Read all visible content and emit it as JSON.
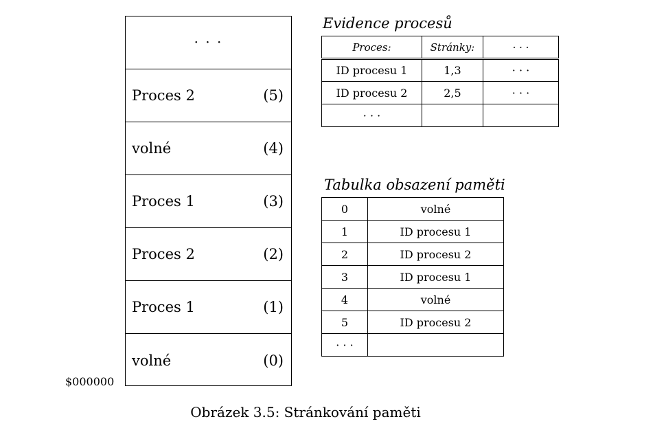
{
  "memory": {
    "cells": [
      {
        "name": "",
        "num": "",
        "dots": "· · ·"
      },
      {
        "name": "Proces 2",
        "num": "(5)",
        "dots": ""
      },
      {
        "name": "volné",
        "num": "(4)",
        "dots": ""
      },
      {
        "name": "Proces 1",
        "num": "(3)",
        "dots": ""
      },
      {
        "name": "Proces 2",
        "num": "(2)",
        "dots": ""
      },
      {
        "name": "Proces 1",
        "num": "(1)",
        "dots": ""
      },
      {
        "name": "volné",
        "num": "(0)",
        "dots": ""
      }
    ],
    "base_address": "$000000"
  },
  "evidence": {
    "title": "Evidence procesů",
    "headers": [
      "Proces:",
      "Stránky:",
      "· · ·"
    ],
    "rows": [
      [
        "ID procesu 1",
        "1,3",
        "· · ·"
      ],
      [
        "ID procesu 2",
        "2,5",
        "· · ·"
      ],
      [
        "· · ·",
        "",
        ""
      ]
    ]
  },
  "occupancy": {
    "title": "Tabulka obsazení paměti",
    "rows": [
      [
        "0",
        "volné"
      ],
      [
        "1",
        "ID procesu 1"
      ],
      [
        "2",
        "ID procesu 2"
      ],
      [
        "3",
        "ID procesu 1"
      ],
      [
        "4",
        "volné"
      ],
      [
        "5",
        "ID procesu 2"
      ],
      [
        "· · ·",
        ""
      ]
    ]
  },
  "caption": "Obrázek 3.5: Stránkování paměti"
}
